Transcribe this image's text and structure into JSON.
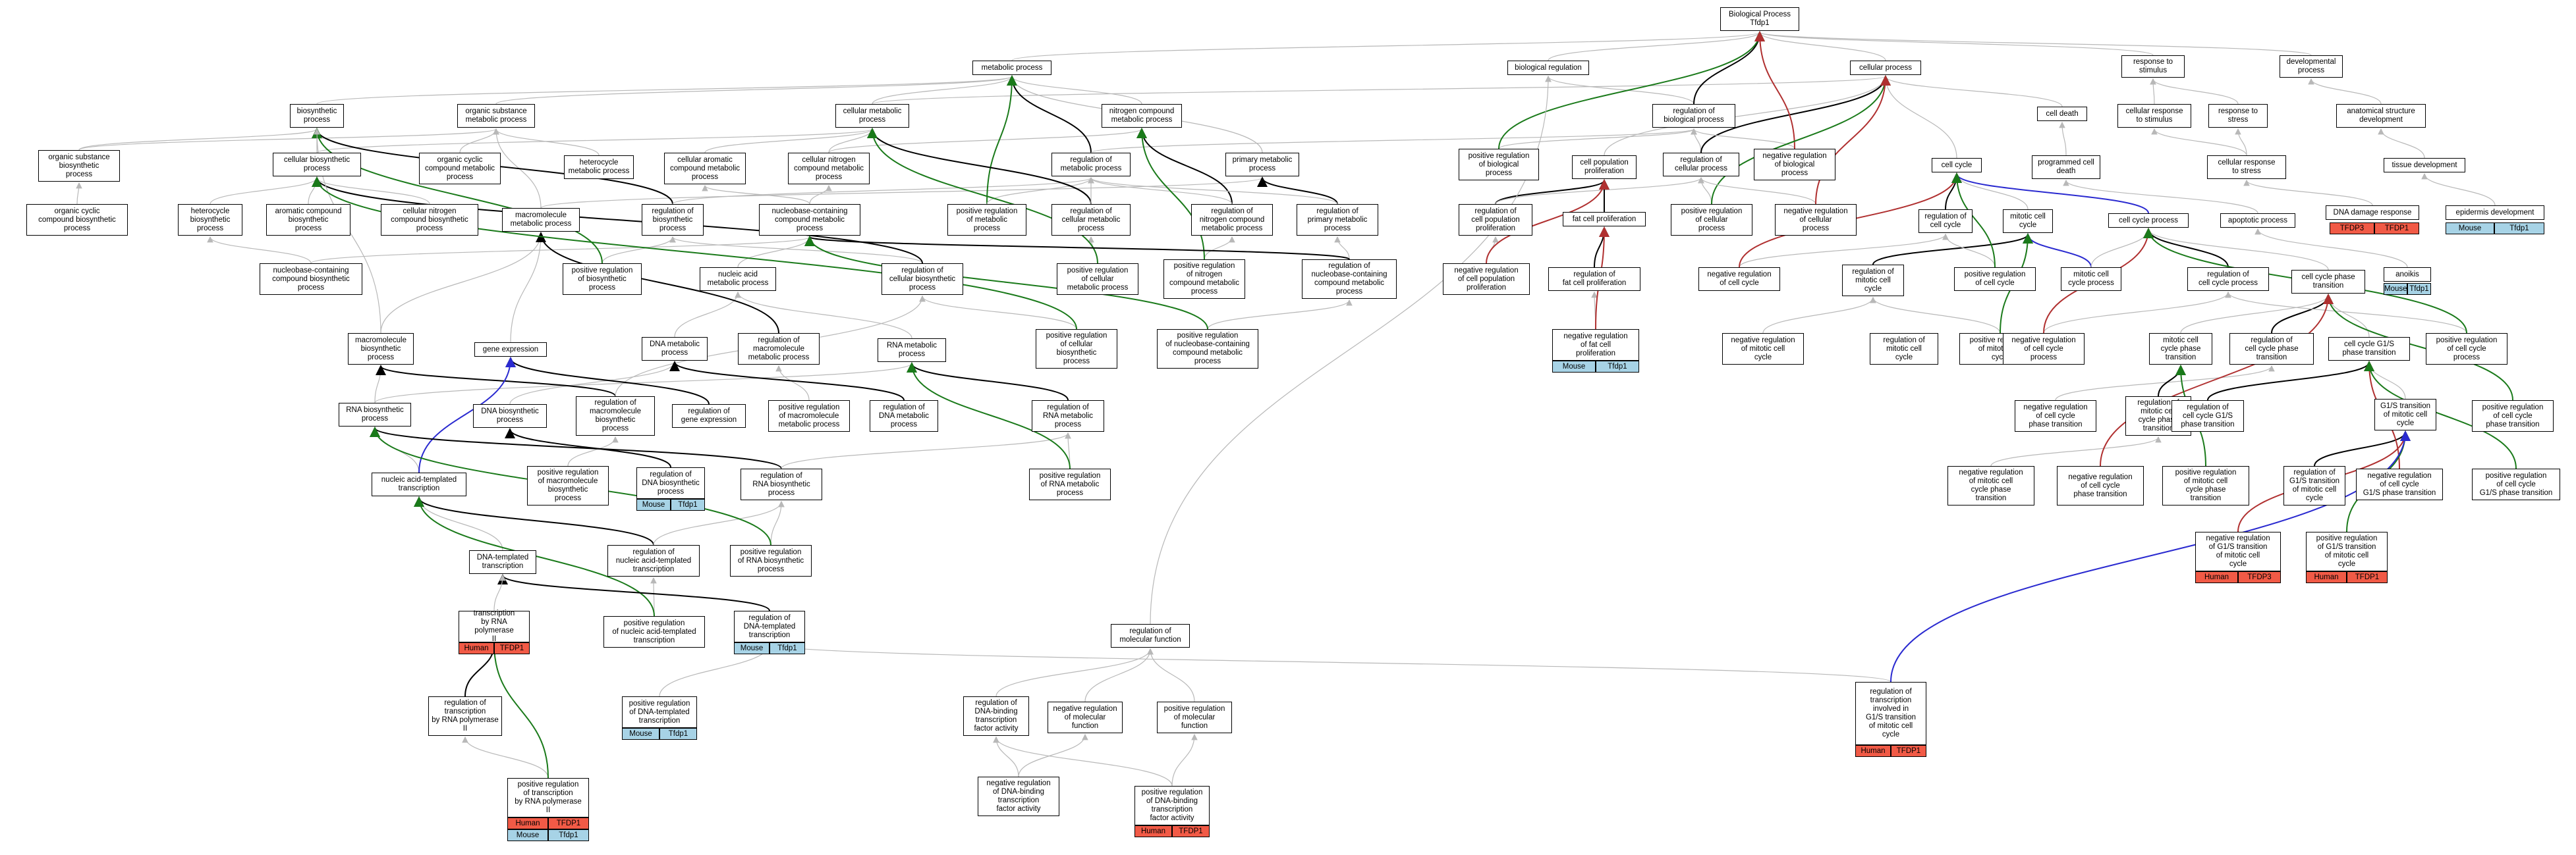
{
  "nodes": {
    "bp": "Biological Process\nTfdp1",
    "metabolic_process": "metabolic process",
    "biological_regulation": "biological regulation",
    "cellular_process": "cellular process",
    "response_to_stimulus": "response to\nstimulus",
    "developmental_process": "developmental\nprocess",
    "biosynthetic_process": "biosynthetic\nprocess",
    "organic_substance_metabolic": "organic substance\nmetabolic process",
    "cellular_metabolic": "cellular metabolic\nprocess",
    "nitrogen_compound_metabolic": "nitrogen compound\nmetabolic process",
    "regulation_of_biological_process": "regulation of\nbiological process",
    "cell_death": "cell death",
    "cellular_response_to_stimulus": "cellular response\nto stimulus",
    "response_to_stress": "response to\nstress",
    "anatomical_structure_development": "anatomical structure\ndevelopment",
    "organic_substance_biosynthetic": "organic substance\nbiosynthetic\nprocess",
    "cellular_biosynthetic": "cellular biosynthetic\nprocess",
    "organic_cyclic_metabolic": "organic cyclic\ncompound metabolic\nprocess",
    "heterocycle_metabolic": "heterocycle\nmetabolic process",
    "cellular_aromatic_metabolic": "cellular aromatic\ncompound metabolic\nprocess",
    "cellular_nitrogen_metabolic": "cellular nitrogen\ncompound metabolic\nprocess",
    "regulation_of_metabolic": "regulation of\nmetabolic process",
    "primary_metabolic": "primary metabolic\nprocess",
    "positive_regulation_of_biological_process": "positive regulation\nof biological\nprocess",
    "cell_population_proliferation": "cell population\nproliferation",
    "regulation_of_cellular_process": "regulation of\ncellular process",
    "negative_regulation_of_biological_process": "negative regulation\nof biological\nprocess",
    "cell_cycle": "cell cycle",
    "programmed_cell_death": "programmed cell\ndeath",
    "cellular_response_to_stress": "cellular response\nto stress",
    "tissue_development": "tissue development",
    "organic_cyclic_biosynthetic": "organic cyclic\ncompound biosynthetic\nprocess",
    "heterocycle_biosynthetic": "heterocycle\nbiosynthetic\nprocess",
    "aromatic_compound_biosynthetic": "aromatic compound\nbiosynthetic\nprocess",
    "cellular_nitrogen_biosynthetic": "cellular nitrogen\ncompound biosynthetic\nprocess",
    "macromolecule_metabolic": "macromolecule\nmetabolic process",
    "regulation_of_biosynthetic": "regulation of\nbiosynthetic\nprocess",
    "nucleobase_containing_metabolic": "nucleobase-containing\ncompound metabolic\nprocess",
    "positive_regulation_of_metabolic": "positive regulation\nof metabolic\nprocess",
    "regulation_of_cellular_metabolic": "regulation of\ncellular metabolic\nprocess",
    "regulation_of_nitrogen_compound_metabolic": "regulation of\nnitrogen compound\nmetabolic process",
    "regulation_of_primary_metabolic": "regulation of\nprimary metabolic\nprocess",
    "regulation_of_cell_population_proliferation": "regulation of\ncell population\nproliferation",
    "fat_cell_proliferation": "fat cell proliferation",
    "positive_regulation_of_cellular_process": "positive regulation\nof cellular\nprocess",
    "negative_regulation_of_cellular_process": "negative regulation\nof cellular\nprocess",
    "regulation_of_cell_cycle": "regulation of\ncell cycle",
    "mitotic_cell_cycle": "mitotic cell\ncycle",
    "cell_cycle_process": "cell cycle process",
    "apoptotic_process": "apoptotic process",
    "dna_damage_response": "DNA damage response",
    "epidermis_development": "epidermis development",
    "nucleobase_containing_biosynthetic": "nucleobase-containing\ncompound biosynthetic\nprocess",
    "positive_regulation_of_biosynthetic": "positive regulation\nof biosynthetic\nprocess",
    "nucleic_acid_metabolic": "nucleic acid\nmetabolic process",
    "regulation_of_cellular_biosynthetic": "regulation of\ncellular biosynthetic\nprocess",
    "positive_regulation_of_cellular_metabolic": "positive regulation\nof cellular\nmetabolic process",
    "positive_regulation_of_nitrogen_compound_metabolic": "positive regulation\nof nitrogen\ncompound metabolic\nprocess",
    "regulation_of_nucleobase_containing_metabolic": "regulation of\nnucleobase-containing\ncompound metabolic\nprocess",
    "negative_regulation_of_cell_population_proliferation": "negative regulation\nof cell population\nproliferation",
    "regulation_of_fat_cell_proliferation": "regulation of\nfat cell proliferation",
    "negative_regulation_of_cell_cycle": "negative regulation\nof cell cycle",
    "regulation_of_mitotic_cell_cycle": "regulation of\nmitotic cell\ncycle",
    "positive_regulation_of_cell_cycle": "positive regulation\nof cell cycle",
    "mitotic_cell_cycle_process": "mitotic cell\ncycle process",
    "regulation_of_cell_cycle_process": "regulation of\ncell cycle process",
    "cell_cycle_phase_transition": "cell cycle phase\ntransition",
    "anoikis": "anoikis",
    "macromolecule_biosynthetic": "macromolecule\nbiosynthetic\nprocess",
    "gene_expression": "gene expression",
    "dna_metabolic": "DNA metabolic\nprocess",
    "regulation_of_macromolecule_metabolic": "regulation of\nmacromolecule\nmetabolic process",
    "rna_metabolic": "RNA metabolic\nprocess",
    "positive_regulation_of_cellular_biosynthetic": "positive regulation\nof cellular\nbiosynthetic\nprocess",
    "positive_regulation_of_nucleobase_containing_metabolic": "positive regulation\nof nucleobase-containing\ncompound metabolic\nprocess",
    "negative_regulation_of_fat_cell_proliferation": "negative regulation\nof fat cell\nproliferation",
    "negative_regulation_of_mitotic_cell_cycle": "negative regulation\nof mitotic cell\ncycle",
    "regulation_of_mitotic_cell_cycle_2": "regulation of\nmitotic cell\ncycle",
    "positive_regulation_of_mitotic_cell_cycle": "positive regulation\nof mitotic cell\ncycle",
    "negative_regulation_of_cell_cycle_process": "negative regulation\nof cell cycle\nprocess",
    "mitotic_cell_cycle_phase_transition": "mitotic cell\ncycle phase\ntransition",
    "regulation_of_cell_cycle_phase_transition": "regulation of\ncell cycle phase\ntransition",
    "cell_cycle_g1s_phase_transition": "cell cycle G1/S\nphase transition",
    "positive_regulation_of_cell_cycle_process": "positive regulation\nof cell cycle\nprocess",
    "rna_biosynthetic": "RNA biosynthetic\nprocess",
    "dna_biosynthetic": "DNA biosynthetic\nprocess",
    "regulation_of_macromolecule_biosynthetic": "regulation of\nmacromolecule\nbiosynthetic\nprocess",
    "regulation_of_gene_expression": "regulation of\ngene expression",
    "positive_regulation_of_macromolecule_metabolic": "positive regulation\nof macromolecule\nmetabolic process",
    "regulation_of_dna_metabolic": "regulation of\nDNA metabolic\nprocess",
    "regulation_of_rna_metabolic": "regulation of\nRNA metabolic\nprocess",
    "negative_regulation_of_cell_cycle_phase_transition": "negative regulation\nof cell cycle\nphase transition",
    "regulation_of_mitotic_cell_cycle_phase_transition": "regulation of\nmitotic cell\ncycle phase\ntransition",
    "regulation_of_cell_cycle_g1s": "regulation of\ncell cycle G1/S\nphase transition",
    "g1s_transition_of_mitotic_cell_cycle": "G1/S transition\nof mitotic cell\ncycle",
    "positive_regulation_of_cell_cycle_phase_transition": "positive regulation\nof cell cycle\nphase transition",
    "nucleic_acid_templated_transcription": "nucleic acid-templated\ntranscription",
    "positive_regulation_of_macromolecule_biosynthetic": "positive regulation\nof macromolecule\nbiosynthetic\nprocess",
    "regulation_of_dna_biosynthetic": "regulation of\nDNA biosynthetic\nprocess",
    "regulation_of_rna_biosynthetic": "regulation of\nRNA biosynthetic\nprocess",
    "positive_regulation_of_rna_metabolic": "positive regulation\nof RNA metabolic\nprocess",
    "negative_regulation_of_cell_cycle_phase_transition_2": "negative regulation\nof mitotic cell\ncycle phase\ntransition",
    "negative_regulation_of_mitotic_cell_cycle_phase_transition": "negative regulation\nof cell cycle\nphase transition",
    "positive_regulation_of_mitotic_cell_cycle_phase_transition": "positive regulation\nof mitotic cell\ncycle phase\ntransition",
    "regulation_of_g1s_mitotic": "regulation of\nG1/S transition\nof mitotic cell\ncycle",
    "negative_regulation_of_g1s_phase": "negative regulation\nof cell cycle\nG1/S phase transition",
    "positive_regulation_of_g1s_phase": "positive regulation\nof cell cycle\nG1/S phase transition",
    "regulation_of_nucleic_acid_templated_transcription": "regulation of\nnucleic acid-templated\ntranscription",
    "positive_regulation_of_rna_biosynthetic": "positive regulation\nof RNA biosynthetic\nprocess",
    "negative_regulation_of_g1s_mitotic": "negative regulation\nof G1/S transition\nof mitotic cell\ncycle",
    "positive_regulation_of_g1s_mitotic": "positive regulation\nof G1/S transition\nof mitotic cell\ncycle",
    "dna_templated_transcription": "DNA-templated\ntranscription",
    "positive_regulation_of_nucleic_acid_templated_transcription": "positive regulation\nof nucleic acid-templated\ntranscription",
    "regulation_of_dna_templated_transcription": "regulation of\nDNA-templated\ntranscription",
    "regulation_of_molecular_function": "regulation of\nmolecular function",
    "transcription_by_rna_polymerase": "transcription\nby RNA polymerase\nII",
    "regulation_of_transcription_by_rna_polymerase": "regulation of\ntranscription\nby RNA polymerase\nII",
    "positive_regulation_of_dna_templated_transcription": "positive regulation\nof DNA-templated\ntranscription",
    "regulation_of_dna_binding_tf_activity": "regulation of\nDNA-binding\ntranscription\nfactor activity",
    "negative_regulation_of_molecular_function": "negative regulation\nof molecular\nfunction",
    "positive_regulation_of_molecular_function": "positive regulation\nof molecular\nfunction",
    "regulation_of_transcription_g1s": "regulation of\ntranscription\ninvolved in\nG1/S transition\nof mitotic cell\ncycle",
    "positive_regulation_of_transcription_by_rna_polymerase": "positive regulation\nof transcription\nby RNA polymerase\nII",
    "negative_regulation_of_dna_binding_tf_activity": "negative regulation\nof DNA-binding\ntranscription\nfactor activity",
    "positive_regulation_of_dna_binding_tf_activity": "positive regulation\nof DNA-binding\ntranscription\nfactor activity"
  },
  "badges": {
    "human": "Human",
    "mouse": "Mouse",
    "tfdp1": "TFDP1",
    "tfdp3": "TFDP3",
    "tfdp1_mouse": "Tfdp1"
  },
  "colors": {
    "edge_default": "#b8b8b8",
    "edge_regulates": "#000000",
    "edge_positive": "#1a7a1a",
    "edge_negative": "#b03030",
    "edge_part_of": "#2a2ad0",
    "human": "#f15a46",
    "mouse": "#a7d3e6"
  }
}
